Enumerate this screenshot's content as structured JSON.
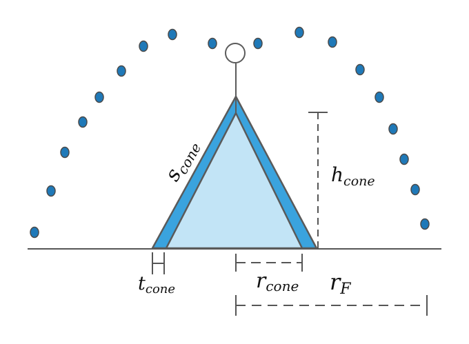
{
  "labels": {
    "s_cone": {
      "main": "s",
      "sub": "cone"
    },
    "h_cone": {
      "main": "h",
      "sub": "cone"
    },
    "t_cone": {
      "main": "t",
      "sub": "cone"
    },
    "r_cone": {
      "main": "r",
      "sub": "cone"
    },
    "r_F": {
      "main": "r",
      "sub": "F"
    }
  },
  "colors": {
    "shell": "#3aa3de",
    "inner": "#c2e4f6",
    "outline": "#5a5a5a",
    "dot_fill": "#1f79b8",
    "dot_stroke": "#4a4a4a",
    "ground": "#555555",
    "dash": "#555555"
  }
}
